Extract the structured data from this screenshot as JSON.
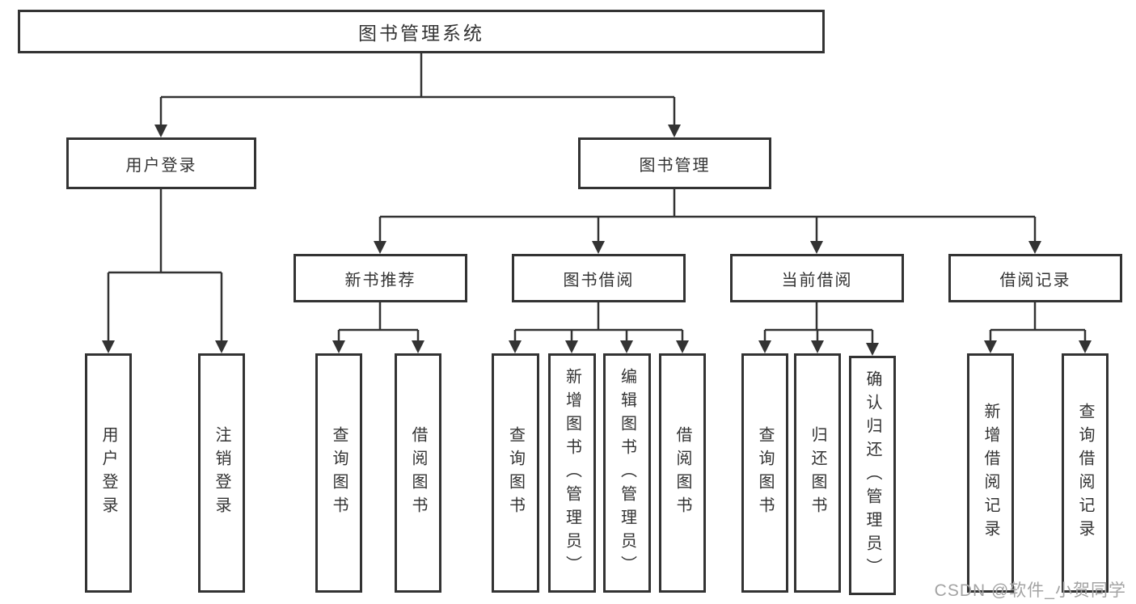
{
  "diagram": {
    "title": "图书管理系统",
    "nodes": {
      "root": "图书管理系统",
      "user_login": "用户登录",
      "book_mgmt": "图书管理",
      "new_book_rec": "新书推荐",
      "book_borrow": "图书借阅",
      "current_borrow": "当前借阅",
      "borrow_records": "借阅记录",
      "ul_user_login": "用户登录",
      "ul_logout": "注销登录",
      "nb_query_books": "查询图书",
      "nb_borrow_books": "借阅图书",
      "bb_query_books": "查询图书",
      "bb_add_books": "新增图书（管理员）",
      "bb_edit_books": "编辑图书（管理员）",
      "bb_borrow_books": "借阅图书",
      "cb_query_books": "查询图书",
      "cb_return_books": "归还图书",
      "cb_confirm_return": "确认归还（管理员）",
      "br_add_record": "新增借阅记录",
      "br_query_record": "查询借阅记录"
    },
    "hierarchy": {
      "图书管理系统": {
        "用户登录": [
          "用户登录",
          "注销登录"
        ],
        "图书管理": {
          "新书推荐": [
            "查询图书",
            "借阅图书"
          ],
          "图书借阅": [
            "查询图书",
            "新增图书（管理员）",
            "编辑图书（管理员）",
            "借阅图书"
          ],
          "当前借阅": [
            "查询图书",
            "归还图书",
            "确认归还（管理员）"
          ],
          "借阅记录": [
            "新增借阅记录",
            "查询借阅记录"
          ]
        }
      }
    }
  },
  "watermark": "CSDN @软件_小贺同学",
  "colors": {
    "line": "#333333",
    "text": "#333333",
    "box_fill": "#ffffff",
    "background": "#ffffff",
    "watermark": "#a3a3a3"
  }
}
